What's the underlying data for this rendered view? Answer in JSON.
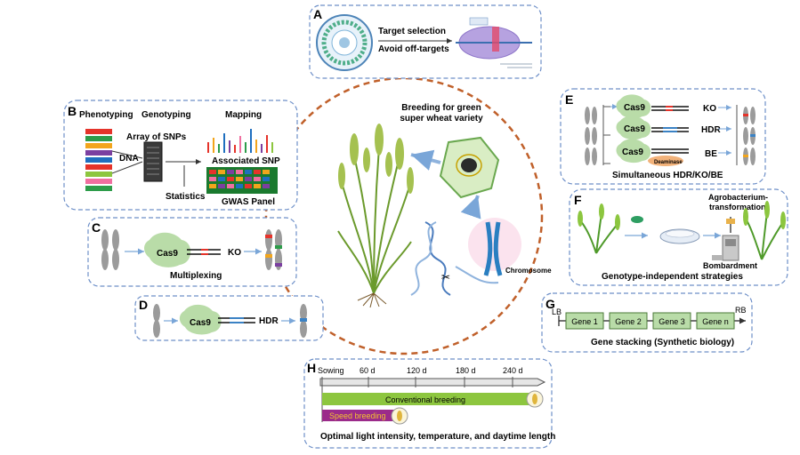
{
  "center": {
    "title_line1": "Breeding for green",
    "title_line2": "super wheat variety",
    "chromosome_label": "Chromosome"
  },
  "panelA": {
    "letter": "A",
    "line1": "Target selection",
    "line2": "Avoid off-targets"
  },
  "panelB": {
    "letter": "B",
    "phenotyping": "Phenotyping",
    "genotyping": "Genotyping",
    "mapping": "Mapping",
    "array": "Array of SNPs",
    "dna": "DNA",
    "assoc": "Associated SNP",
    "statistics": "Statistics",
    "gwas": "GWAS Panel"
  },
  "panelC": {
    "letter": "C",
    "cas9": "Cas9",
    "ko": "KO",
    "caption": "Multiplexing"
  },
  "panelD": {
    "letter": "D",
    "cas9": "Cas9",
    "hdr": "HDR"
  },
  "panelE": {
    "letter": "E",
    "cas9": "Cas9",
    "ko": "KO",
    "hdr": "HDR",
    "be": "BE",
    "deaminase": "Deaminase",
    "caption": "Simultaneous HDR/KO/BE"
  },
  "panelF": {
    "letter": "F",
    "agro_line1": "Agrobacterium-",
    "agro_line2": "transformation",
    "bombardment": "Bombardment",
    "caption": "Genotype-independent strategies"
  },
  "panelG": {
    "letter": "G",
    "lb": "LB",
    "rb": "RB",
    "genes": [
      "Gene 1",
      "Gene 2",
      "Gene 3",
      "Gene n"
    ],
    "caption": "Gene stacking (Synthetic biology)"
  },
  "panelH": {
    "letter": "H",
    "ticks": [
      "Sowing",
      "60 d",
      "120 d",
      "180 d",
      "240 d"
    ],
    "conventional": "Conventional breeding",
    "speed": "Speed breeding",
    "caption": "Optimal light intensity, temperature, and daytime length"
  },
  "colors": {
    "panel_border": "#6d8fc8",
    "circle": "#c0602a",
    "cas9": "#b9dca8",
    "gene_box": "#b9dca8",
    "conventional_bar": "#8dc63f",
    "speed_bar": "#9b2b8a",
    "arrow": "#8fb3dd"
  }
}
